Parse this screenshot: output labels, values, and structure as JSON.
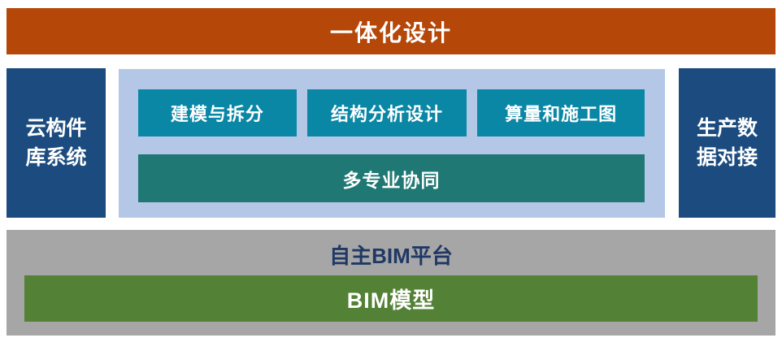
{
  "colors": {
    "orange": "#B54708",
    "navy": "#1C4C7F",
    "light_blue": "#B4C7E7",
    "teal": "#0B87A6",
    "dark_teal": "#1F7873",
    "gray": "#A6A6A6",
    "green": "#538135",
    "navy_text": "#1F3864",
    "white_text": "#FFFFFF"
  },
  "top_banner": {
    "label": "一体化设计"
  },
  "left_box": {
    "label": "云构件库系统"
  },
  "right_box": {
    "label": "生产数据对接"
  },
  "design_modules": [
    {
      "label": "建模与拆分"
    },
    {
      "label": "结构分析设计"
    },
    {
      "label": "算量和施工图"
    }
  ],
  "collaboration_bar": {
    "label": "多专业协同"
  },
  "platform": {
    "title": "自主BIM平台",
    "model_label": "BIM模型"
  }
}
